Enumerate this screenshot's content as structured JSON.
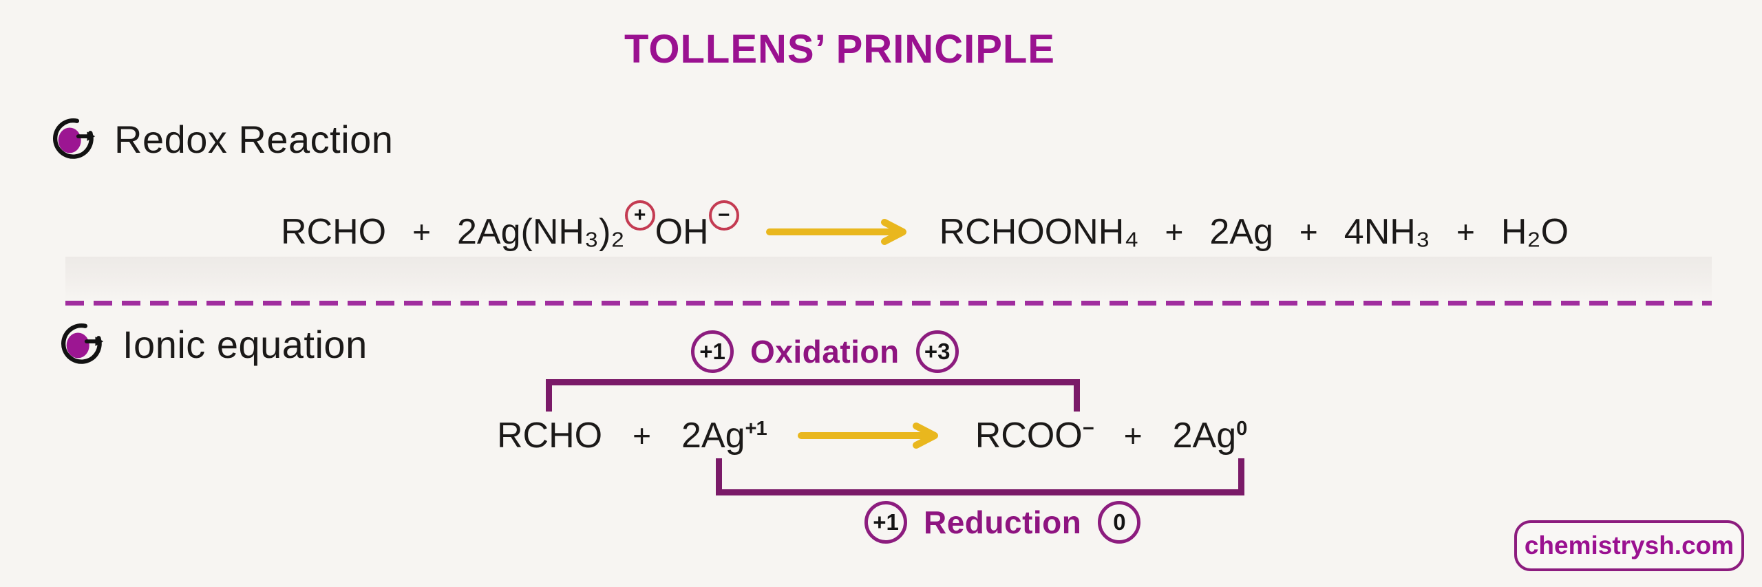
{
  "title": {
    "text": "TOLLENS’ PRINCIPLE"
  },
  "colors": {
    "background": "#F7F5F2",
    "title_magenta": "#9A1190",
    "bracket_plum": "#7A1A68",
    "state_circle_purple": "#8C1C7E",
    "charge_circle_red": "#C43B52",
    "arrow_gold": "#E9B71E",
    "text_ink": "#1B1918",
    "dashed_line": "#A02D9E"
  },
  "redox": {
    "heading": "Redox Reaction",
    "equation": {
      "reactant_1": "RCHO",
      "plus_1": "+",
      "complex": "2Ag(NH₃)₂",
      "cation_charge": "+",
      "hydroxide": "OH",
      "anion_charge": "−",
      "product_1": "RCHOONH₄",
      "plus_2": "+",
      "product_2": "2Ag",
      "plus_3": "+",
      "product_3": "4NH₃",
      "plus_4": "+",
      "product_4": "H₂O"
    }
  },
  "ionic": {
    "heading": "Ionic equation",
    "oxidation": {
      "from": "+1",
      "label": "Oxidation",
      "to": "+3"
    },
    "reduction": {
      "from": "+1",
      "label": "Reduction",
      "to": "0"
    },
    "equation": {
      "reactant_1": "RCHO",
      "plus_1": "+",
      "reactant_2": "2Ag",
      "reactant_2_charge": "+1",
      "product_1": "RCOO",
      "product_1_charge": "−",
      "plus_2": "+",
      "product_2": "2Ag",
      "product_2_charge": "0"
    }
  },
  "watermark": {
    "label": "chemistrysh.com"
  }
}
